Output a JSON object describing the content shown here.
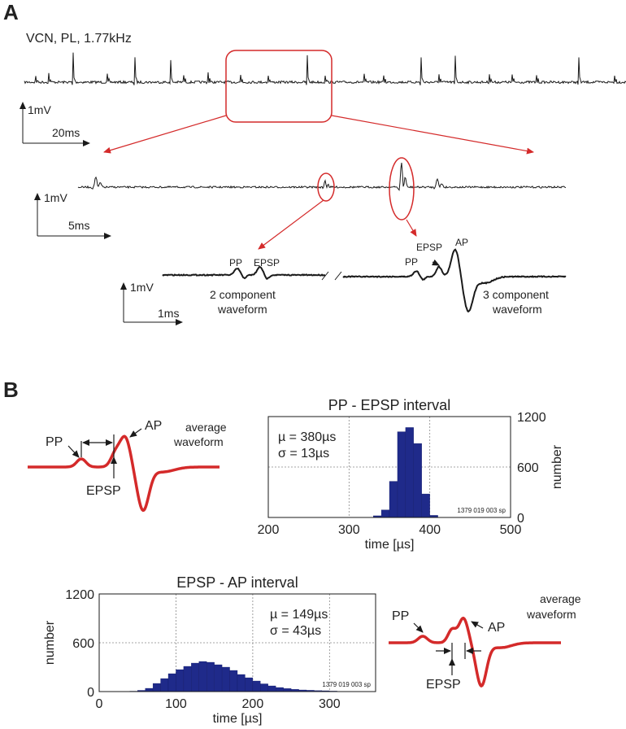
{
  "colors": {
    "trace": "#1a1a1a",
    "highlight": "#d42a2a",
    "bar": "#1f2a8a",
    "grid": "#888888"
  },
  "panel_a": {
    "letter": "A",
    "recording_label": "VCN, PL, 1.77kHz",
    "scale_top": {
      "v": "1mV",
      "t": "20ms"
    },
    "scale_mid": {
      "v": "1mV",
      "t": "5ms"
    },
    "scale_low": {
      "v": "1mV",
      "t": "1ms"
    },
    "labels": {
      "pp1": "PP",
      "epsp1": "EPSP",
      "pp2": "PP",
      "epsp2": "EPSP",
      "ap2": "AP",
      "two_comp_1": "2 component",
      "two_comp_2": "waveform",
      "three_comp_1": "3 component",
      "three_comp_2": "waveform"
    }
  },
  "panel_b": {
    "letter": "B",
    "wave1": {
      "pp": "PP",
      "epsp": "EPSP",
      "ap": "AP",
      "avg1": "average",
      "avg2": "waveform"
    },
    "wave2": {
      "pp": "PP",
      "epsp": "EPSP",
      "ap": "AP",
      "avg1": "average",
      "avg2": "waveform"
    }
  },
  "chart_data": [
    {
      "type": "bar",
      "title": "PP - EPSP interval",
      "xlabel": "time [µs]",
      "ylabel": "number",
      "xlim": [
        200,
        500
      ],
      "ylim": [
        0,
        1200
      ],
      "xticks": [
        200,
        300,
        400,
        500
      ],
      "yticks": [
        0,
        600,
        1200
      ],
      "grid": true,
      "y_axis_side": "right",
      "stats": [
        "µ = 380µs",
        "σ = 13µs"
      ],
      "annotation": "1379 019 003 sp",
      "bin_width": 10,
      "bins": [
        335,
        345,
        355,
        365,
        375,
        385,
        395,
        405
      ],
      "values": [
        20,
        90,
        430,
        1020,
        1070,
        880,
        280,
        25
      ]
    },
    {
      "type": "bar",
      "title": "EPSP - AP interval",
      "xlabel": "time [µs]",
      "ylabel": "number",
      "xlim": [
        0,
        360
      ],
      "ylim": [
        0,
        1200
      ],
      "xticks": [
        0,
        100,
        200,
        300
      ],
      "yticks": [
        0,
        600,
        1200
      ],
      "grid": true,
      "y_axis_side": "left",
      "stats": [
        "µ = 149µs",
        "σ = 43µs"
      ],
      "annotation": "1379 019 003 sp",
      "bin_width": 10,
      "bins": [
        45,
        55,
        65,
        75,
        85,
        95,
        105,
        115,
        125,
        135,
        145,
        155,
        165,
        175,
        185,
        195,
        205,
        215,
        225,
        235,
        245,
        255,
        265,
        275,
        285,
        295,
        305,
        315
      ],
      "values": [
        5,
        15,
        40,
        100,
        160,
        220,
        270,
        310,
        350,
        370,
        360,
        330,
        300,
        260,
        210,
        170,
        130,
        95,
        70,
        50,
        38,
        28,
        20,
        16,
        12,
        10,
        6,
        3
      ]
    }
  ]
}
